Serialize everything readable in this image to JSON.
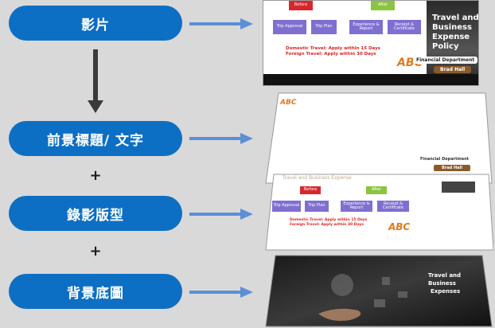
{
  "steps": {
    "video": "影片",
    "titles": "前景標題/ 文字",
    "recorded": "錄影版型",
    "background": "背景底圖"
  },
  "plus": "+",
  "slide": {
    "before": "Before",
    "after": "After",
    "trip_approval": "Trip Approval",
    "trip_plan": "Trip Plan",
    "experience_report": "Experience & Report",
    "receipt_certificate": "Receipt & Certificate",
    "note_domestic": "Domestic Travel:  Apply within 15 Days",
    "note_foreign": "Foreign Travel:  Apply within 30 Days",
    "title_line1": "Travel and",
    "title_line2": "Business",
    "title_line3": "Expense",
    "title_line4": "Policy",
    "department": "Financial Department",
    "presenter": "Brad Hall",
    "logo": "ABC",
    "header_text": "Travel and Business Expense",
    "bg_line1": "Travel and",
    "bg_line2": "Business",
    "bg_line3": "Expenses"
  },
  "colors": {
    "pill": "#0d6fc4",
    "arrow": "#5b8fd6",
    "red_box": "#d9262b",
    "green_box": "#8bc53f",
    "purple_box": "#7f6fd1",
    "name_badge": "#8b5a2b"
  }
}
